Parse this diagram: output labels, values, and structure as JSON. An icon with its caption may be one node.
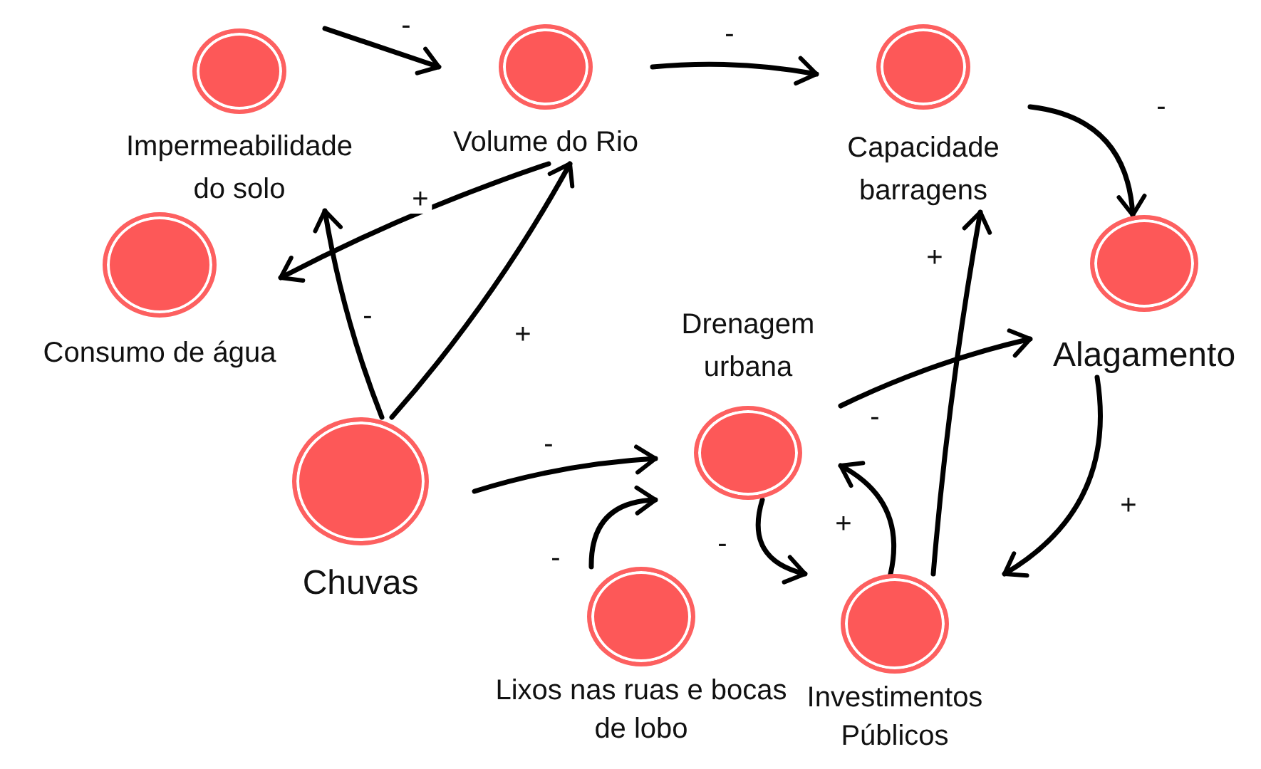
{
  "diagram": {
    "nodes": [
      {
        "text": [
          "Impermeabilidade do solo"
        ]
      },
      {
        "text": [
          "Volume do Rio"
        ]
      },
      {
        "text": [
          "Capacidade barragens"
        ]
      },
      {
        "text": [
          "Consumo de água"
        ]
      },
      {
        "text": [
          "Chuvas"
        ]
      },
      {
        "text": [
          "Drenagem urbana"
        ]
      },
      {
        "text": [
          "Alagamento"
        ]
      },
      {
        "text": [
          "Lixos nas ruas e bocas de lobo"
        ]
      },
      {
        "text": [
          "Investimentos Públicos"
        ]
      }
    ],
    "edges": [
      {
        "from": 0,
        "to": 1,
        "arrow": "to",
        "label": "-"
      },
      {
        "from": 1,
        "to": 2,
        "arrow": "to",
        "label": "-"
      },
      {
        "from": 2,
        "to": 6,
        "arrow": "to",
        "label": "-"
      },
      {
        "from": 1,
        "to": 3,
        "arrow": "to",
        "label": "+"
      },
      {
        "from": 4,
        "to": 0,
        "arrow": "to",
        "label": "-"
      },
      {
        "from": 4,
        "to": 1,
        "arrow": "to",
        "label": "+"
      },
      {
        "from": 4,
        "to": 5,
        "arrow": "to",
        "label": "-"
      },
      {
        "from": 7,
        "to": 5,
        "arrow": "to",
        "label": "-"
      },
      {
        "from": 5,
        "to": 8,
        "arrow": "to",
        "label": "-"
      },
      {
        "from": 8,
        "to": 5,
        "arrow": "to",
        "label": "+"
      },
      {
        "from": 5,
        "to": 6,
        "arrow": "to",
        "label": "-"
      },
      {
        "from": 8,
        "to": 2,
        "arrow": "to",
        "label": "+"
      },
      {
        "from": 6,
        "to": 8,
        "arrow": "to",
        "label": "+"
      }
    ]
  }
}
